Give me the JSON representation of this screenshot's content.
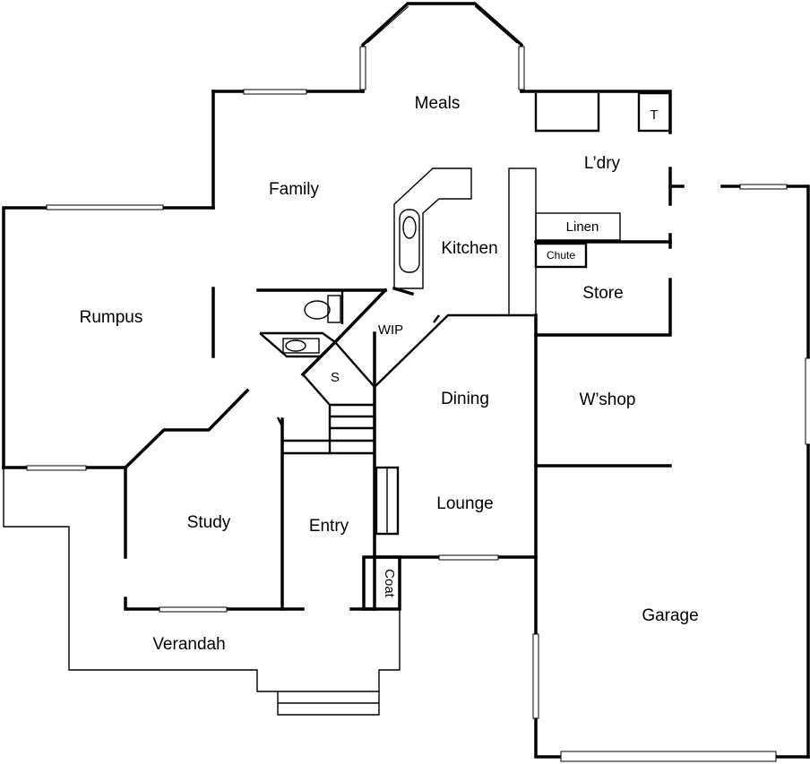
{
  "rooms": {
    "meals": "Meals",
    "family": "Family",
    "laundry": "L’dry",
    "toilet": "T",
    "linen": "Linen",
    "chute": "Chute",
    "kitchen": "Kitchen",
    "rumpus": "Rumpus",
    "wip": "WIP",
    "store": "Store",
    "shower": "S",
    "dining": "Dining",
    "workshop": "W’shop",
    "study": "Study",
    "entry": "Entry",
    "lounge": "Lounge",
    "coat": "Coat",
    "garage": "Garage",
    "verandah": "Verandah"
  }
}
